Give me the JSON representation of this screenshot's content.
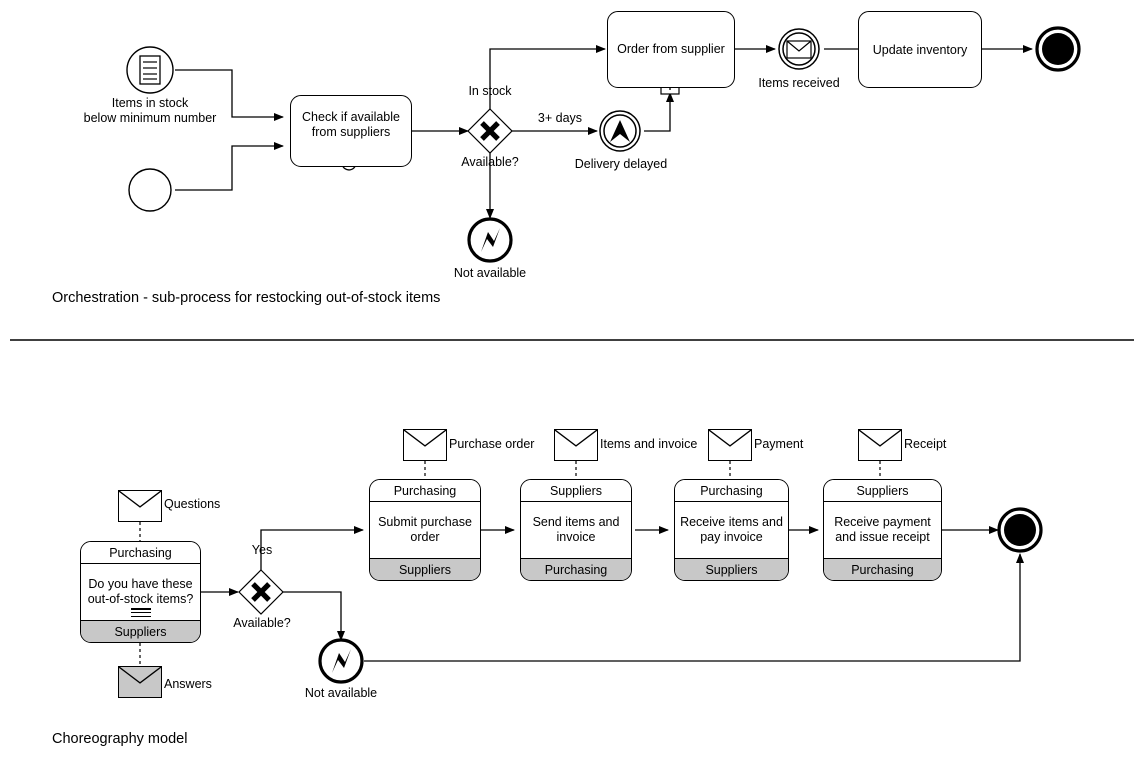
{
  "figure": {
    "top_caption": "Orchestration - sub-process for restocking out-of-stock items",
    "bottom_caption": "Choreography model",
    "divider": true
  },
  "colors": {
    "stroke": "#000000",
    "background": "#ffffff",
    "choreo_participant_fill": "#c8c8c8",
    "message_noninit_fill": "#c8c8c8"
  },
  "orchestration": {
    "title": "Orchestration - sub-process for restocking out-of-stock items",
    "events": [
      {
        "id": "start-conditional",
        "icon": "conditional-start-event-icon",
        "type": "conditional-start-event",
        "label": "Items in stock\nbelow minimum number",
        "label_line1": "Items in stock",
        "label_line2": "below minimum number"
      },
      {
        "id": "start-none",
        "icon": "none-start-event-icon",
        "type": "none-start-event",
        "label": ""
      },
      {
        "id": "delivery-delayed",
        "icon": "escalation-intermediate-event-icon",
        "type": "escalation-intermediate-throw-event",
        "label": "Delivery delayed"
      },
      {
        "id": "items-received",
        "icon": "message-intermediate-event-icon",
        "type": "message-intermediate-catch-event",
        "label": "Items received"
      },
      {
        "id": "not-available",
        "icon": "error-end-event-icon",
        "type": "error-end-event",
        "label": "Not available"
      },
      {
        "id": "terminate-end",
        "icon": "terminate-end-event-icon",
        "type": "terminate-end-event",
        "label": ""
      }
    ],
    "tasks": [
      {
        "id": "check-available",
        "label_line1": "Check if available",
        "label_line2": "from suppliers",
        "marker": "loop-marker"
      },
      {
        "id": "order-from-supplier",
        "label_line1": "Order from supplier",
        "label_line2": "",
        "marker": "subprocess-plus-marker"
      },
      {
        "id": "update-inventory",
        "label_line1": "Update inventory",
        "label_line2": "",
        "marker": "manual-task-icon"
      }
    ],
    "gateway": {
      "id": "available-gateway",
      "type": "exclusive-gateway",
      "label": "Available?"
    },
    "flow_labels": [
      {
        "id": "in-stock-label",
        "text": "In stock"
      },
      {
        "id": "three-days-label",
        "text": "3+ days"
      }
    ]
  },
  "choreography": {
    "title": "Choreography model",
    "messages": [
      {
        "id": "questions",
        "label": "Questions",
        "initiating": true
      },
      {
        "id": "answers",
        "label": "Answers",
        "initiating": false
      },
      {
        "id": "purchase-order",
        "label": "Purchase order",
        "initiating": true
      },
      {
        "id": "items-and-invoice",
        "label": "Items and invoice",
        "initiating": true
      },
      {
        "id": "payment",
        "label": "Payment",
        "initiating": true
      },
      {
        "id": "receipt",
        "label": "Receipt",
        "initiating": true
      }
    ],
    "tasks": [
      {
        "id": "ask-out-of-stock",
        "top_participant": "Purchasing",
        "bottom_participant": "Suppliers",
        "body_line1": "Do you have these",
        "body_line2": "out-of-stock items?",
        "marker": "multi-instance-parallel-marker"
      },
      {
        "id": "submit-purchase-order",
        "top_participant": "Purchasing",
        "bottom_participant": "Suppliers",
        "body_line1": "Submit purchase",
        "body_line2": "order",
        "marker": ""
      },
      {
        "id": "send-items-and-invoice",
        "top_participant": "Suppliers",
        "bottom_participant": "Purchasing",
        "body_line1": "Send items and",
        "body_line2": "invoice",
        "marker": ""
      },
      {
        "id": "receive-items-and-pay-invoice",
        "top_participant": "Purchasing",
        "bottom_participant": "Suppliers",
        "body_line1": "Receive items and",
        "body_line2": "pay invoice",
        "marker": ""
      },
      {
        "id": "receive-payment-and-issue-receipt",
        "top_participant": "Suppliers",
        "bottom_participant": "Purchasing",
        "body_line1": "Receive payment",
        "body_line2": "and issue receipt",
        "marker": ""
      }
    ],
    "gateway": {
      "id": "available-gateway-choreo",
      "type": "exclusive-gateway",
      "label": "Available?"
    },
    "events": [
      {
        "id": "not-available-choreo",
        "icon": "error-event-icon",
        "type": "error-event",
        "label": "Not available"
      },
      {
        "id": "terminate-end-choreo",
        "icon": "terminate-end-event-icon",
        "type": "terminate-end-event",
        "label": ""
      }
    ],
    "flow_labels": [
      {
        "id": "yes-label",
        "text": "Yes"
      }
    ]
  }
}
